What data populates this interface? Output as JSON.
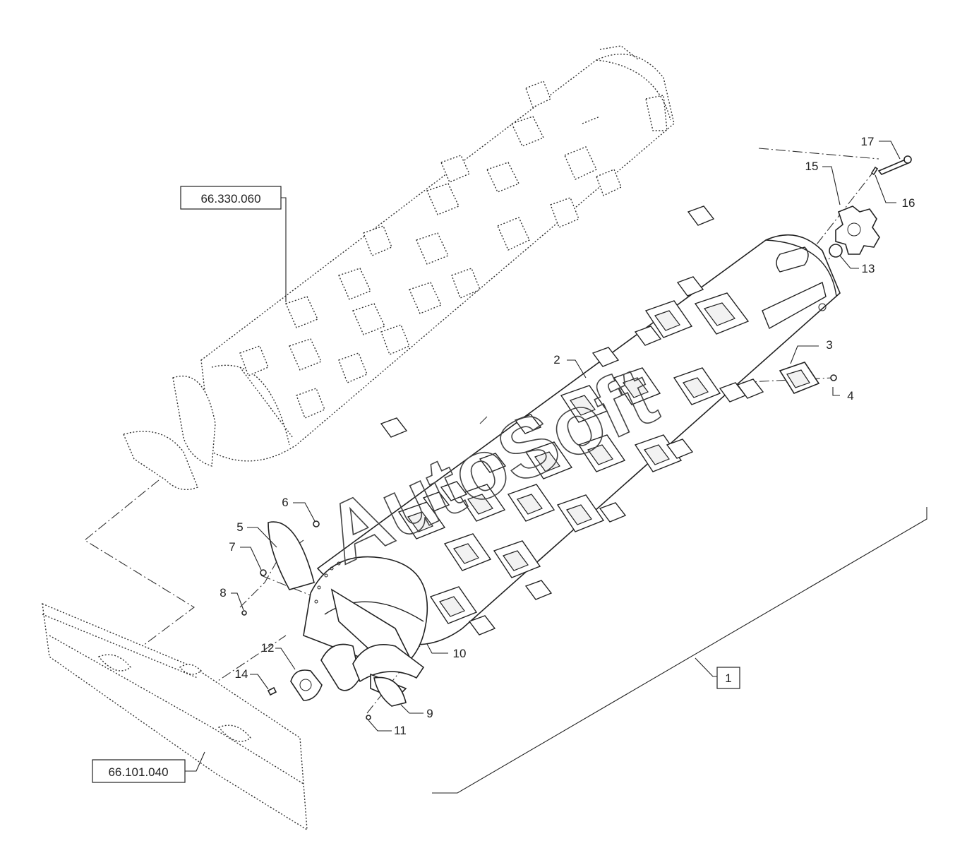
{
  "watermark": "AutoSoft",
  "reference_boxes": {
    "top": "66.330.060",
    "bottom": "66.101.040",
    "assembly": "1"
  },
  "callouts": {
    "c2": "2",
    "c3": "3",
    "c4": "4",
    "c5": "5",
    "c6": "6",
    "c7": "7",
    "c8": "8",
    "c9": "9",
    "c10": "10",
    "c11": "11",
    "c12": "12",
    "c13": "13",
    "c14": "14",
    "c15": "15",
    "c16": "16",
    "c17": "17"
  }
}
